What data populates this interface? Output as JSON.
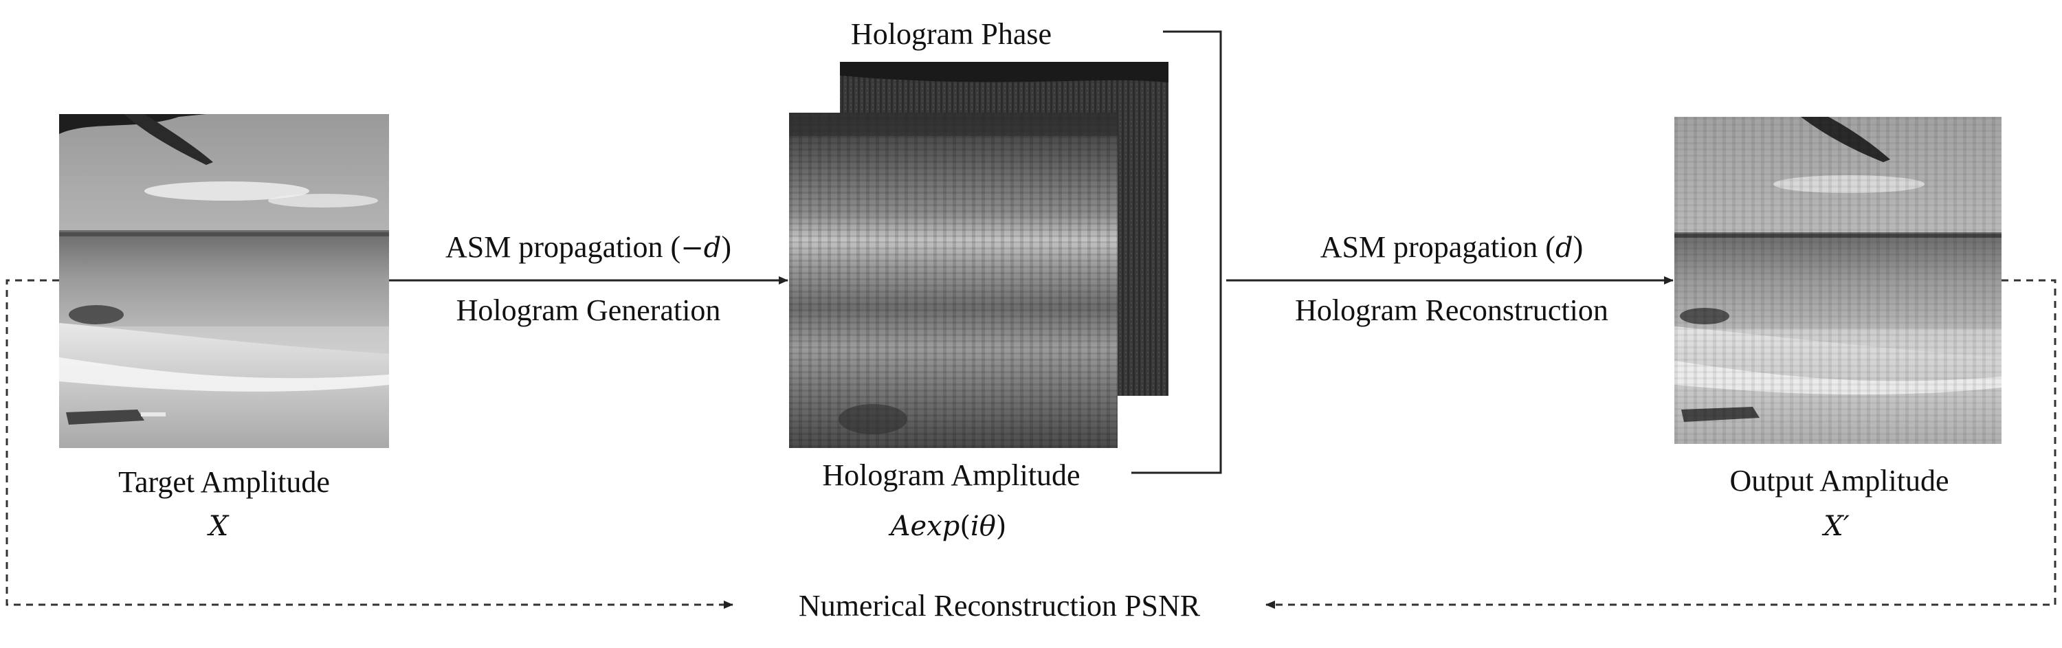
{
  "target": {
    "label": "Target Amplitude",
    "symbol": "X"
  },
  "output": {
    "label": "Output Amplitude",
    "symbol": "X′"
  },
  "hologram": {
    "phase_label": "Hologram Phase",
    "amplitude_label": "Hologram Amplitude",
    "symbol_pre": "Aexp",
    "symbol_open": "(",
    "symbol_mid": "iθ",
    "symbol_close": ")"
  },
  "forward": {
    "line1_pre": "ASM propagation ",
    "line1_open": "(",
    "line1_sym": "−d",
    "line1_close": ")",
    "line2": "Hologram Generation"
  },
  "backward": {
    "line1_pre": "ASM propagation ",
    "line1_open": "(",
    "line1_sym": "d",
    "line1_close": ")",
    "line2": "Hologram Reconstruction"
  },
  "metric": {
    "label": "Numerical Reconstruction PSNR"
  },
  "colors": {
    "line": "#222222",
    "image_dark": "#2a2a2a"
  }
}
